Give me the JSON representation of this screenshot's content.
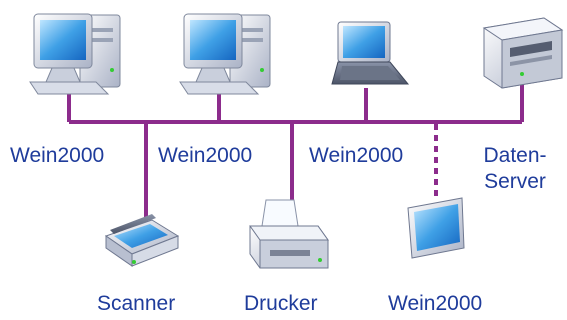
{
  "colors": {
    "bus": "#8c2c8c",
    "label": "#1f3c9b",
    "screen": "#3fa0e6",
    "device_body": "#e9ecf3",
    "device_shade": "#b8bfd0"
  },
  "nodes": {
    "pc1": {
      "label": "Wein2000",
      "icon": "desktop-computer-icon"
    },
    "pc2": {
      "label": "Wein2000",
      "icon": "desktop-computer-icon"
    },
    "laptop": {
      "label": "Wein2000",
      "icon": "laptop-icon"
    },
    "server": {
      "label_line1": "Daten-",
      "label_line2": "Server",
      "icon": "server-icon"
    },
    "scanner": {
      "label": "Scanner",
      "icon": "scanner-icon"
    },
    "printer": {
      "label": "Drucker",
      "icon": "printer-icon"
    },
    "wireless": {
      "label": "Wein2000",
      "icon": "tablet-monitor-icon",
      "connection": "wireless (dotted)"
    }
  }
}
